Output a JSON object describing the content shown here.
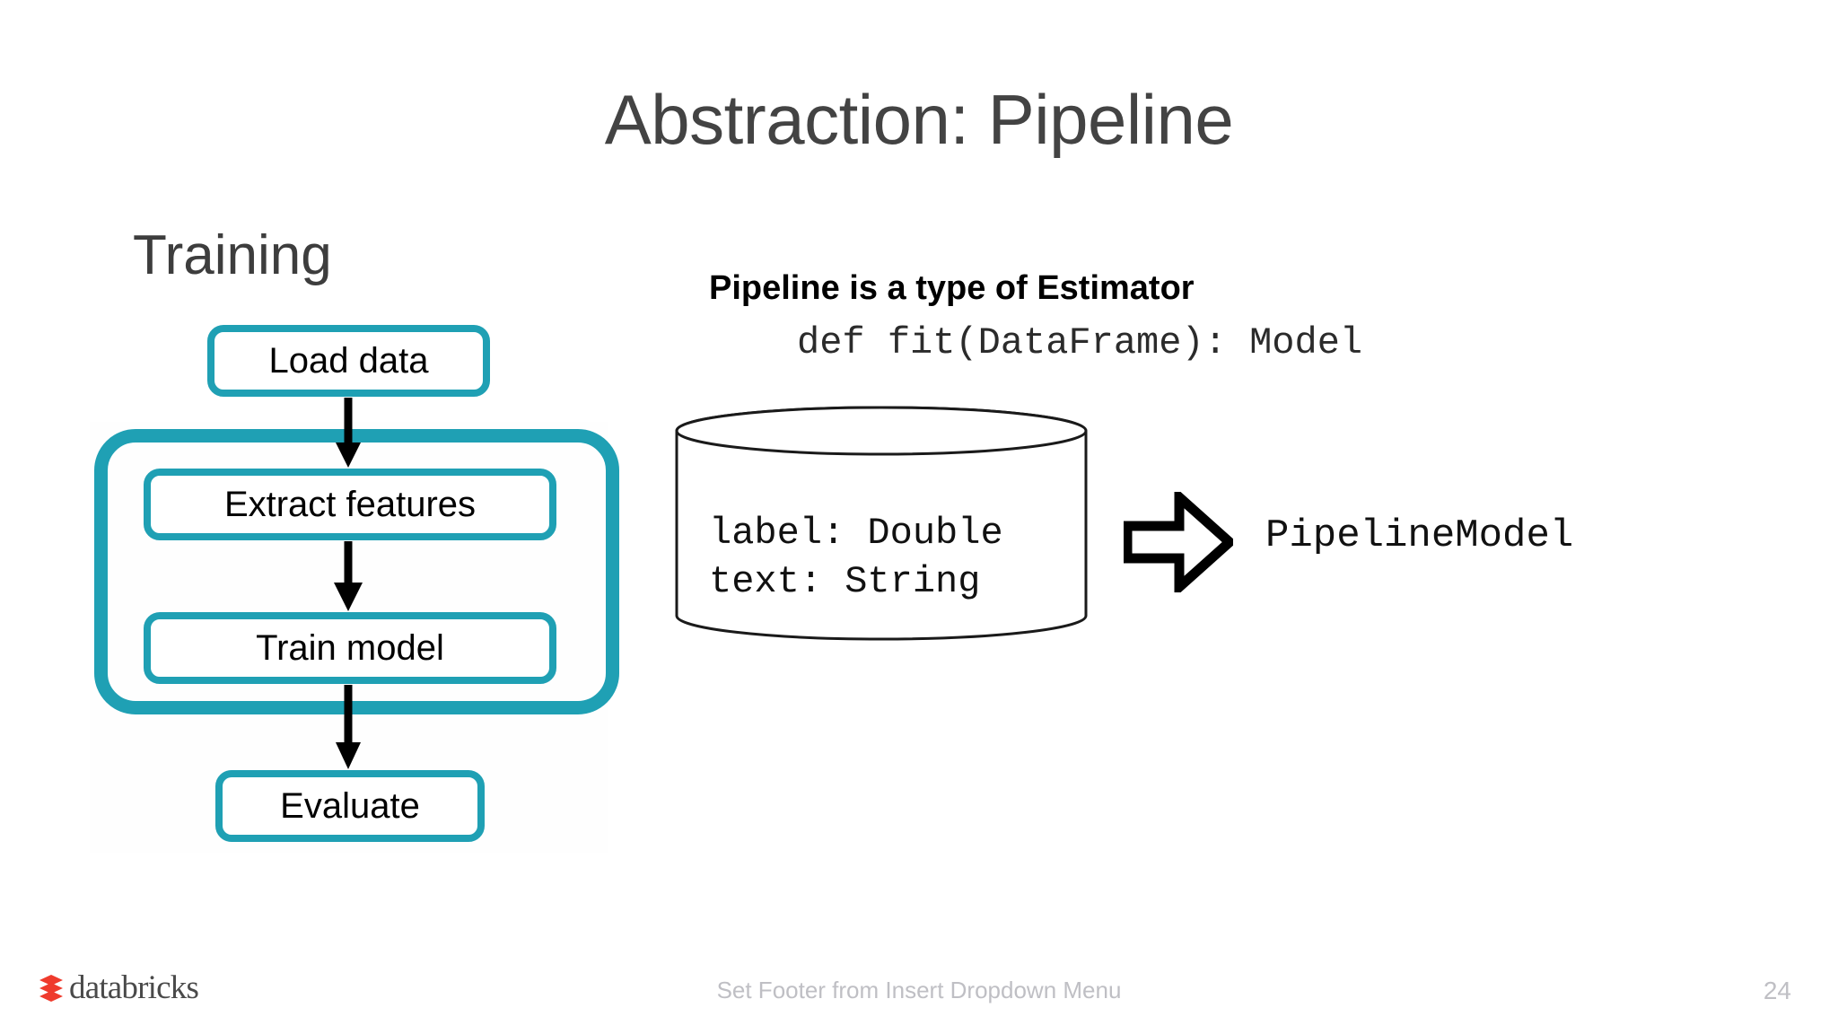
{
  "slide": {
    "title": "Abstraction: Pipeline",
    "page_number": "24",
    "footer_text": "Set Footer from Insert Dropdown Menu",
    "accent_color": "#1fa0b4",
    "title_color": "#434343",
    "logo_color": "#ef3b2d"
  },
  "left": {
    "heading": "Training",
    "stages": [
      {
        "label": "Load data"
      },
      {
        "label": "Extract features"
      },
      {
        "label": "Train model"
      },
      {
        "label": "Evaluate"
      }
    ],
    "grouped_stages": [
      "Extract features",
      "Train model"
    ]
  },
  "right": {
    "estimator_heading": "Pipeline is a type of Estimator",
    "fit_signature": "def fit(DataFrame): Model",
    "dataframe_schema": [
      "label: Double",
      "text: String"
    ],
    "output_label": "PipelineModel"
  },
  "brand": {
    "logo_word": "databricks"
  }
}
